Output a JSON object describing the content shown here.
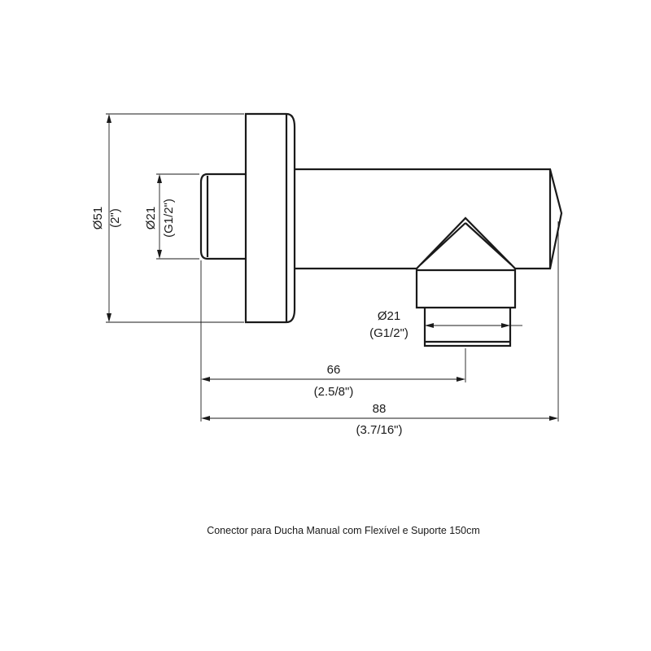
{
  "drawing": {
    "caption": "Conector para Ducha Manual com Flexível e Suporte 150cm",
    "dimensions": {
      "flange_diameter": {
        "metric": "Ø51",
        "imperial": "(2\")"
      },
      "inlet_thread": {
        "metric": "Ø21",
        "imperial": "(G1/2\")"
      },
      "outlet_thread": {
        "metric": "Ø21",
        "imperial": "(G1/2\")"
      },
      "outlet_offset": {
        "metric": "66",
        "imperial": "(2.5/8\")"
      },
      "overall_length": {
        "metric": "88",
        "imperial": "(3.7/16\")"
      }
    }
  }
}
